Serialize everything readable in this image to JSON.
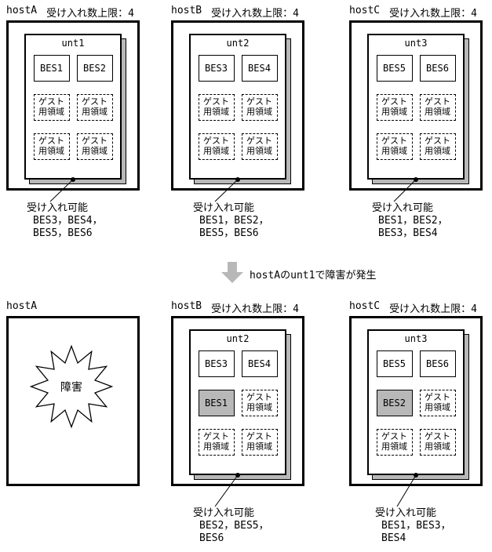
{
  "diagram": {
    "guest_label": "ゲスト\n用領域",
    "arrow_caption": "hostAのunt1で障害が発生"
  },
  "colors": {
    "occupied_fill": "#b8b8b8",
    "arrow_fill": "#b8b8b8",
    "unit_side_fill": "#b8b8b8"
  },
  "top": {
    "hostA": {
      "name": "hostA",
      "limit": "受け入れ数上限：4",
      "unit": "unt1",
      "bes": [
        "BES1",
        "BES2"
      ],
      "accept_title": "受け入れ可能",
      "accept_lines": [
        "BES3，BES4，",
        "BES5，BES6"
      ]
    },
    "hostB": {
      "name": "hostB",
      "limit": "受け入れ数上限：4",
      "unit": "unt2",
      "bes": [
        "BES3",
        "BES4"
      ],
      "accept_title": "受け入れ可能",
      "accept_lines": [
        "BES1，BES2，",
        "BES5，BES6"
      ]
    },
    "hostC": {
      "name": "hostC",
      "limit": "受け入れ数上限：4",
      "unit": "unt3",
      "bes": [
        "BES5",
        "BES6"
      ],
      "accept_title": "受け入れ可能",
      "accept_lines": [
        "BES1，BES2，",
        "BES3，BES4"
      ]
    }
  },
  "bottom": {
    "hostA": {
      "name": "hostA",
      "failure": "障害"
    },
    "hostB": {
      "name": "hostB",
      "limit": "受け入れ数上限：4",
      "unit": "unt2",
      "bes": [
        "BES3",
        "BES4"
      ],
      "guest_bes": "BES1",
      "accept_title": "受け入れ可能",
      "accept_lines": [
        "BES2，BES5，",
        "BES6"
      ]
    },
    "hostC": {
      "name": "hostC",
      "limit": "受け入れ数上限：4",
      "unit": "unt3",
      "bes": [
        "BES5",
        "BES6"
      ],
      "guest_bes": "BES2",
      "accept_title": "受け入れ可能",
      "accept_lines": [
        "BES1，BES3，",
        "BES4"
      ]
    }
  }
}
